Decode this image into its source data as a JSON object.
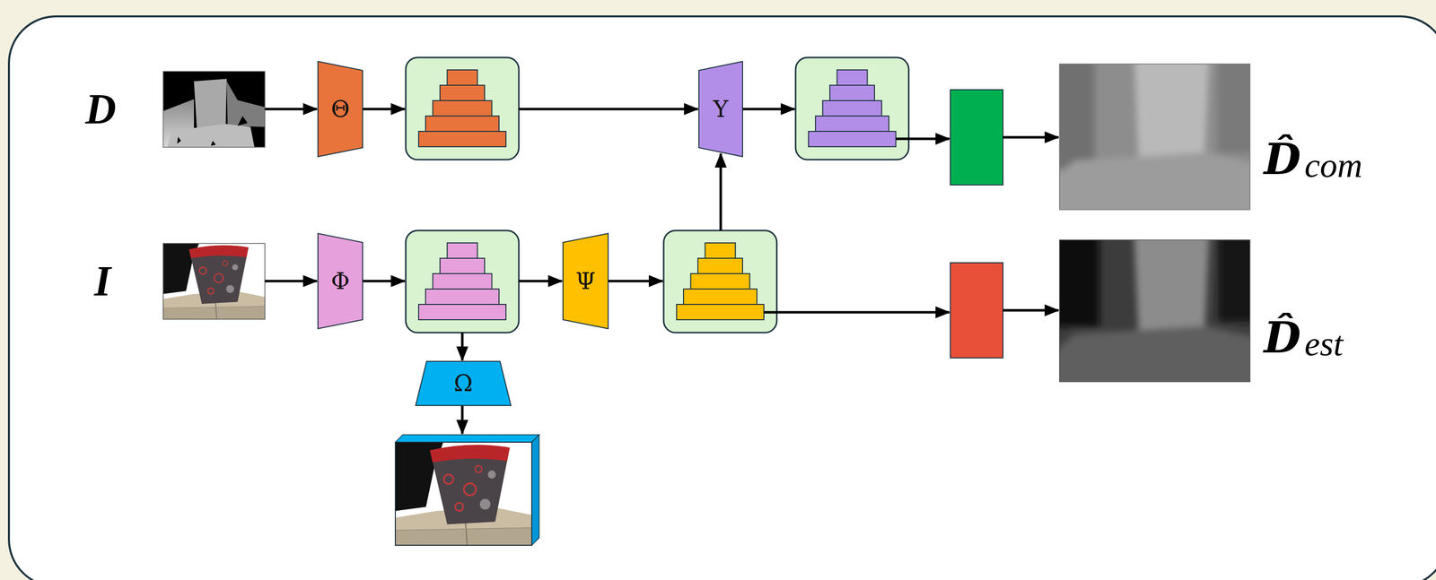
{
  "diagram": {
    "nodes": [
      {
        "text": [
          "Θ"
        ]
      },
      {
        "text": [
          "Υ"
        ]
      },
      {
        "text": [
          "Φ"
        ]
      },
      {
        "text": [
          "Ψ"
        ]
      },
      {
        "text": [
          "Ω"
        ]
      }
    ],
    "labels": [
      "D",
      "D̂",
      "com",
      "I",
      "D̂",
      "est"
    ]
  }
}
